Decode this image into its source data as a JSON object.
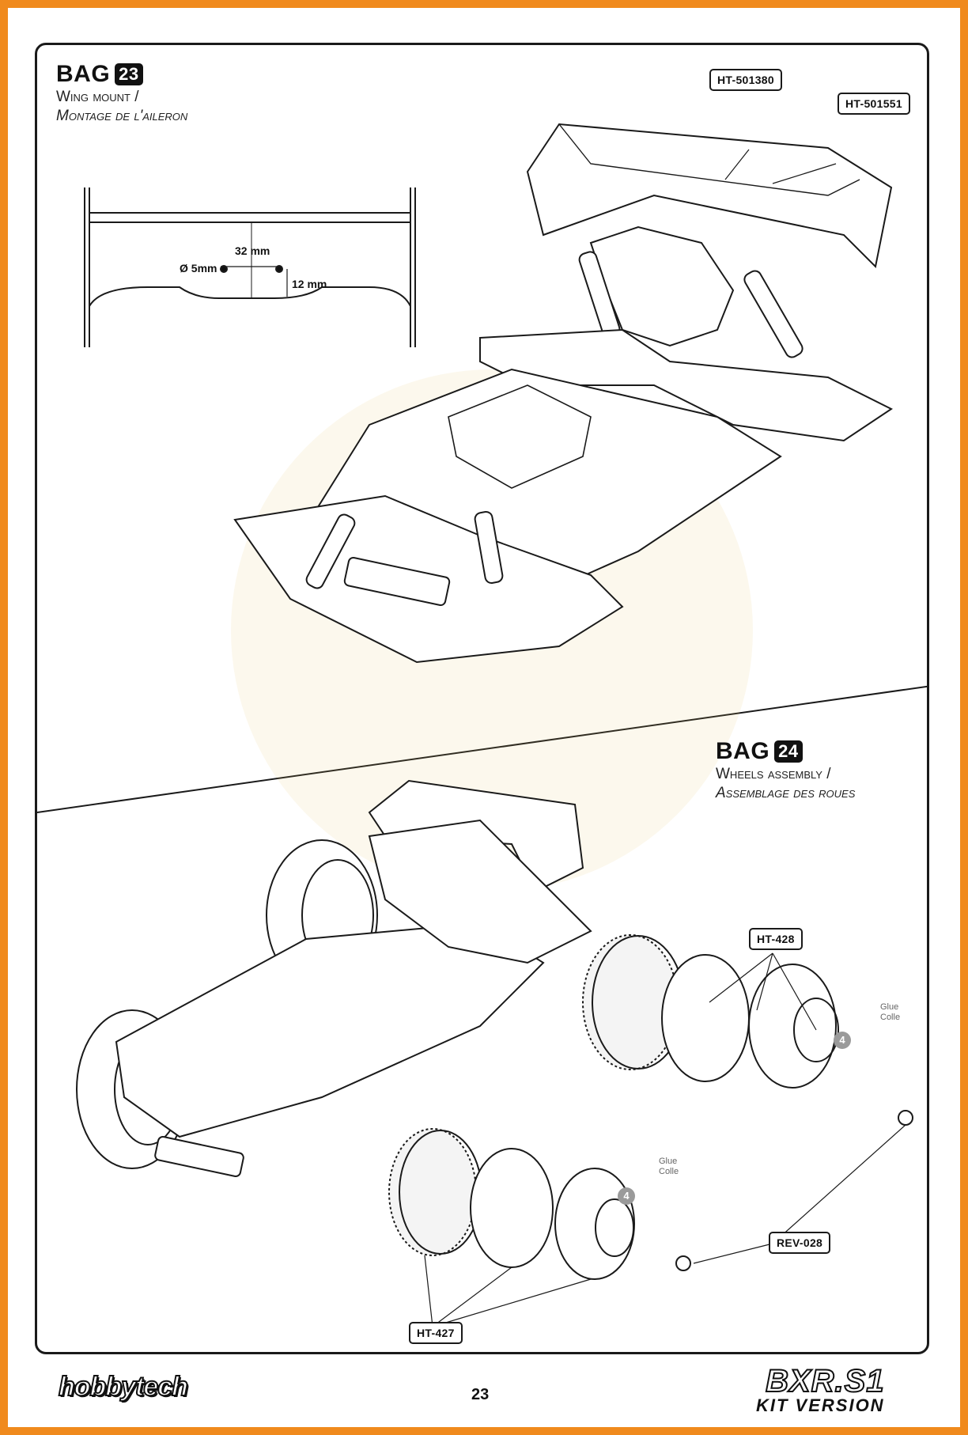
{
  "bag23": {
    "label": "BAG",
    "number": "23",
    "title_en": "Wing mount /",
    "title_fr": "Montage de l'aileron"
  },
  "bag24": {
    "label": "BAG",
    "number": "24",
    "title_en": "Wheels assembly /",
    "title_fr": "Assemblage des roues"
  },
  "dimensions": {
    "hole_diameter": "Ø 5mm",
    "hole_spacing": "32 mm",
    "hole_height": "12 mm"
  },
  "parts": {
    "ht_501380": "HT-501380",
    "ht_501551": "HT-501551",
    "ht_428": "HT-428",
    "ht_427": "HT-427",
    "rev_028": "REV-028"
  },
  "glue": {
    "badge": "4",
    "en": "Glue",
    "fr": "Colle"
  },
  "footer": {
    "brand_logo": "hobbytech",
    "page_number": "23",
    "model": "BXR.S1",
    "version": "KIT VERSION"
  },
  "colors": {
    "frame": "#f08a1d",
    "line": "#1a1a1a",
    "glue": "#9a9a9a"
  }
}
